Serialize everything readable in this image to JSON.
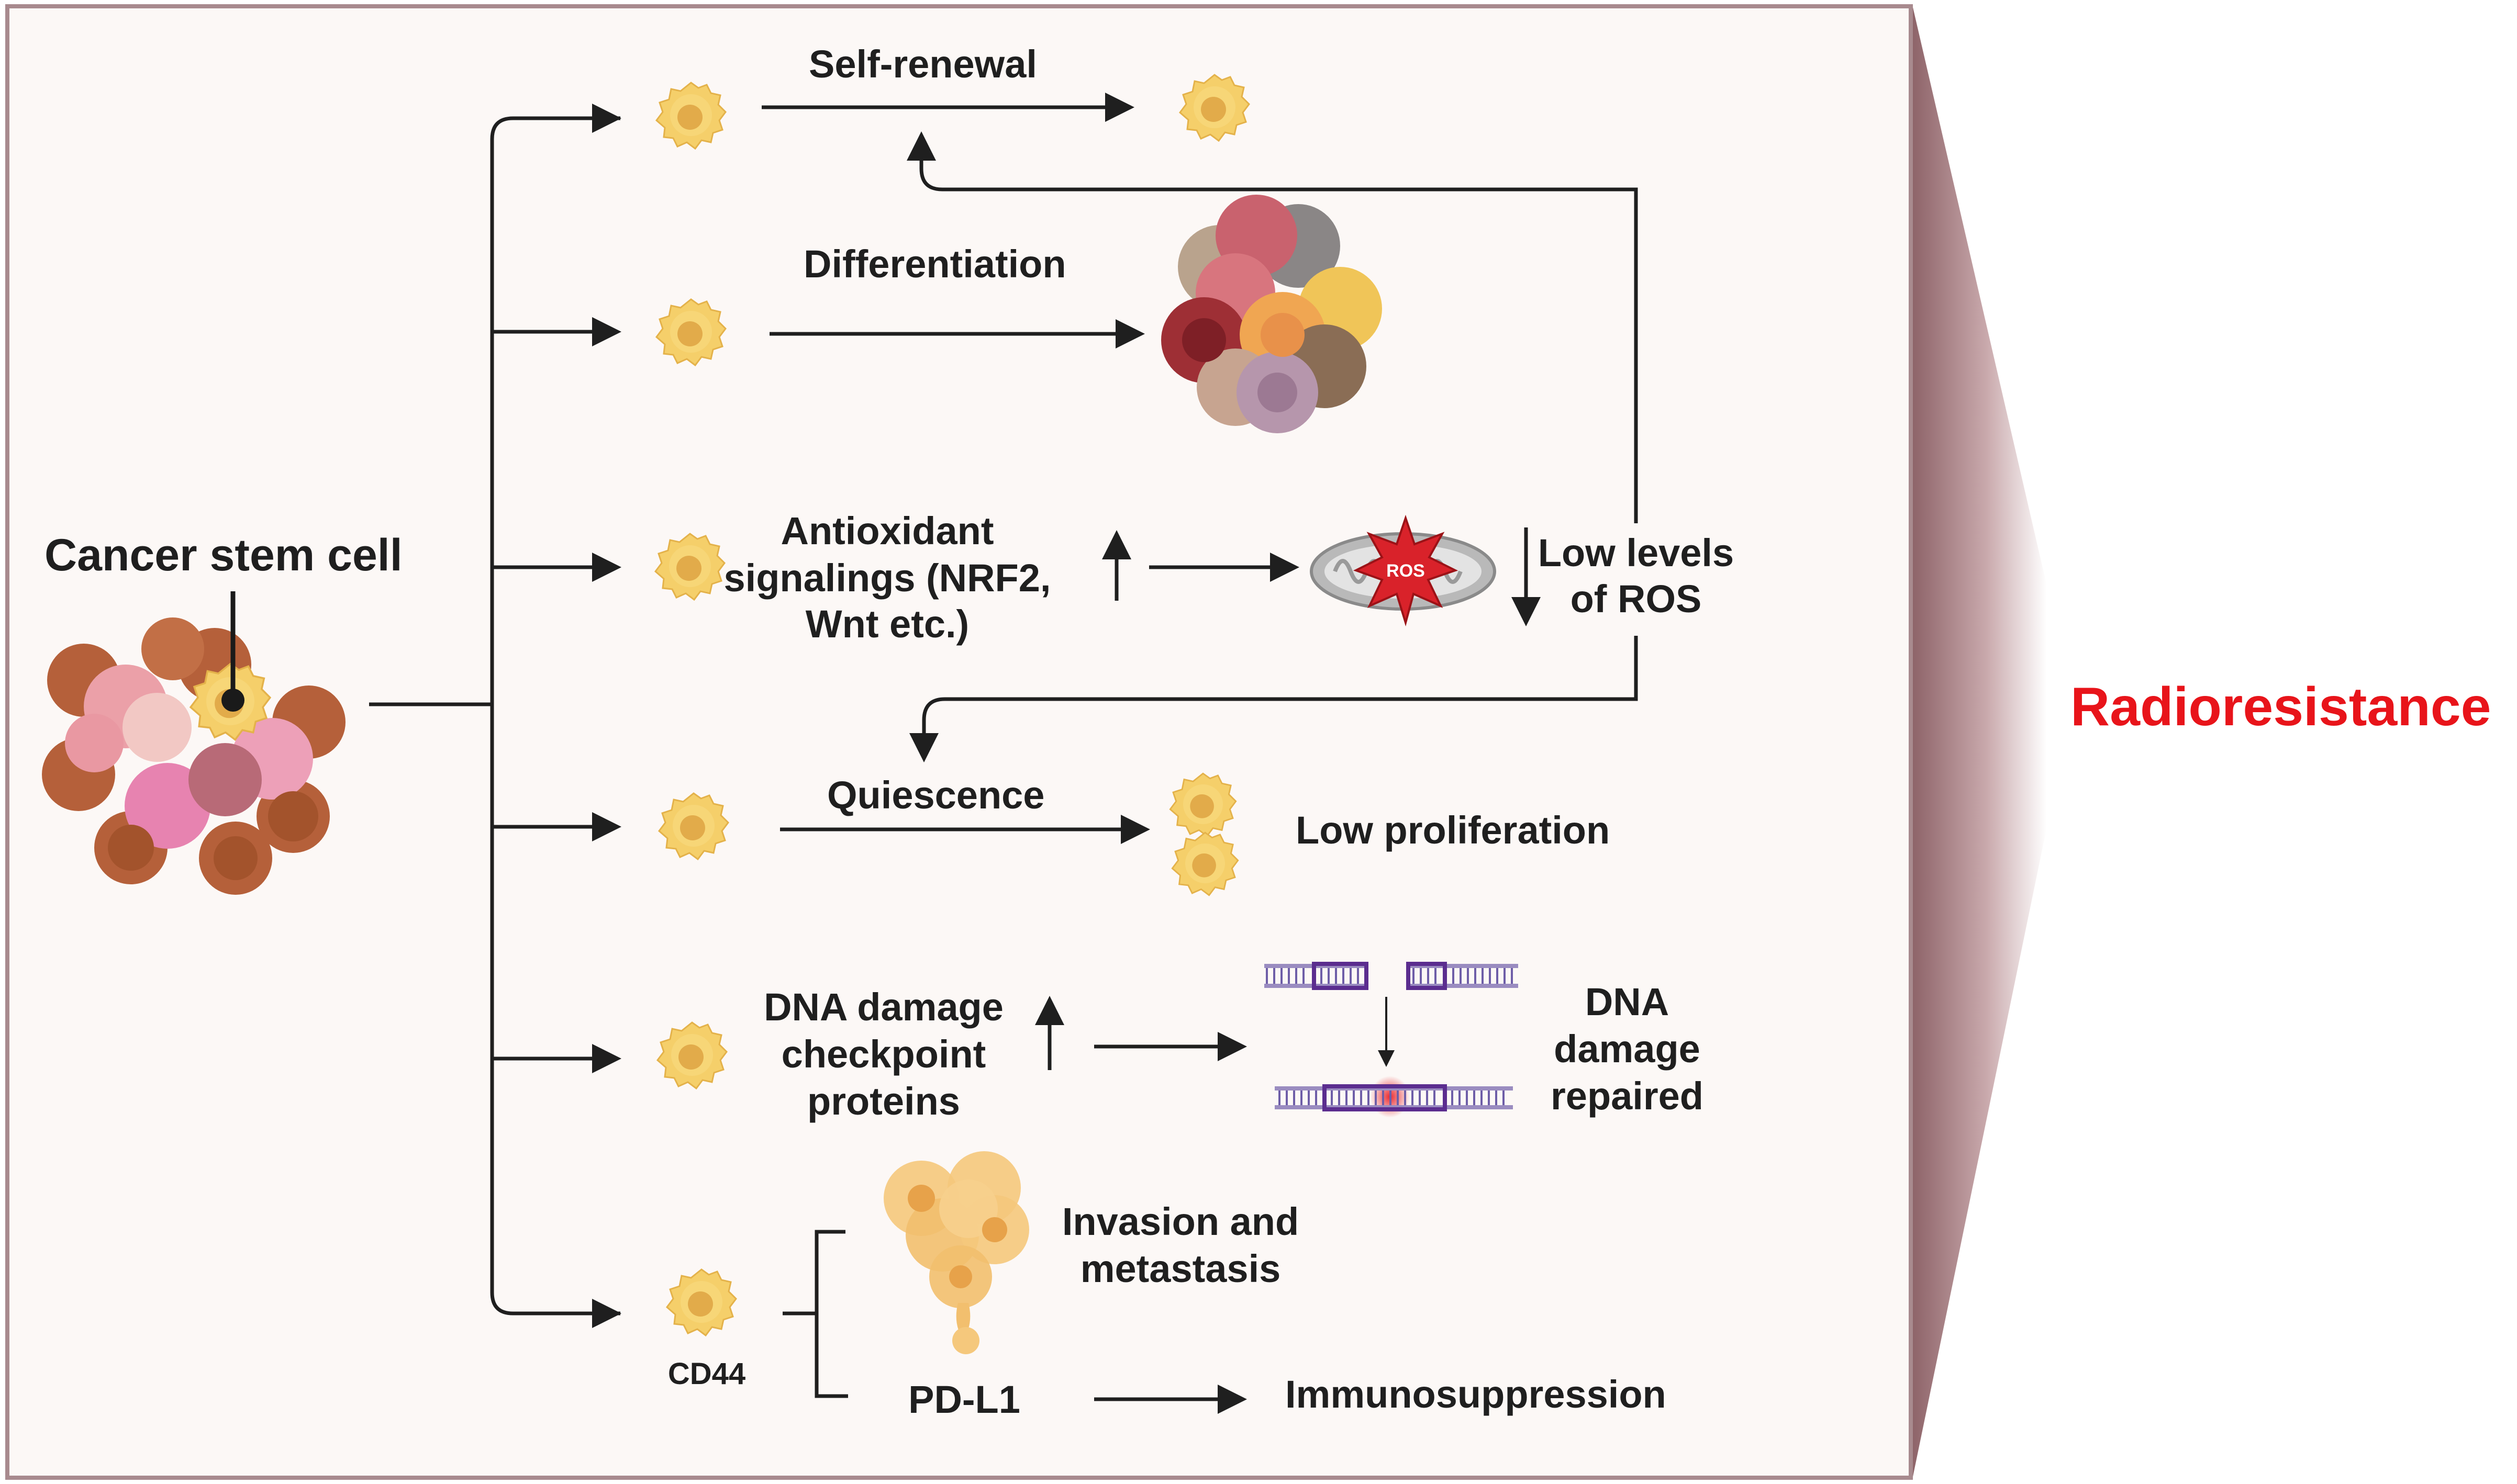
{
  "left": {
    "title": "Cancer stem cell"
  },
  "rows": {
    "self_renewal": {
      "label": "Self-renewal"
    },
    "differentiation": {
      "label": "Differentiation"
    },
    "antioxidant": {
      "line1": "Antioxidant",
      "line2": "signalings (NRF2,",
      "line3": "Wnt etc.)",
      "ros_badge": "ROS",
      "result_line1": "Low levels",
      "result_line2": "of ROS"
    },
    "quiescence": {
      "label": "Quiescence",
      "result": "Low proliferation"
    },
    "dna": {
      "line1": "DNA damage",
      "line2": "checkpoint",
      "line3": "proteins",
      "result_line1": "DNA",
      "result_line2": "damage",
      "result_line3": "repaired"
    },
    "cd44": {
      "marker": "CD44",
      "invasion_line1": "Invasion and",
      "invasion_line2": "metastasis",
      "pdl1": "PD-L1",
      "immuno": "Immunosuppression"
    }
  },
  "outcome": {
    "label": "Radioresistance"
  },
  "colors": {
    "cell_fill": "#f5cf6a",
    "cell_core": "#e2ab4a",
    "frame_border": "#a88a8e",
    "frame_bg": "#fcf8f6",
    "outcome_red": "#e8141a",
    "dna_purple": "#5b2d8f",
    "ros_red": "#d9222a"
  }
}
